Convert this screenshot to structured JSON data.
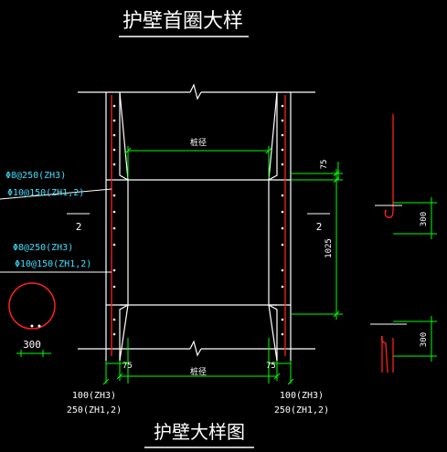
{
  "drawing": {
    "top_title": "护壁首圈大样",
    "bottom_title": "护壁大样图",
    "pile_label_top": "桩径",
    "pile_label_bottom": "桩径",
    "rebar_callout_1": {
      "line1": "Φ8@250(ZH3)",
      "line2": "Φ10@150(ZH1,2)"
    },
    "rebar_callout_2": {
      "line1": "Φ8@250(ZH3)",
      "line2": "Φ10@150(ZH1,2)"
    },
    "section_mark_left": "2",
    "section_mark_right": "2",
    "dim_75_top": "75",
    "dim_1025": "1025",
    "dim_75_left": "75",
    "dim_75_right": "75",
    "dim_300_circle": "300",
    "dim_300_upper": "300",
    "dim_300_lower": "300",
    "thickness_left": {
      "line1": "100(ZH3)",
      "line2": "250(ZH1,2)"
    },
    "thickness_right": {
      "line1": "100(ZH3)",
      "line2": "250(ZH1,2)"
    }
  },
  "colors": {
    "background": "#000000",
    "line": "#ffffff",
    "dimension": "#00ff00",
    "rebar": "#ff2020",
    "callout": "#40e0ff"
  }
}
